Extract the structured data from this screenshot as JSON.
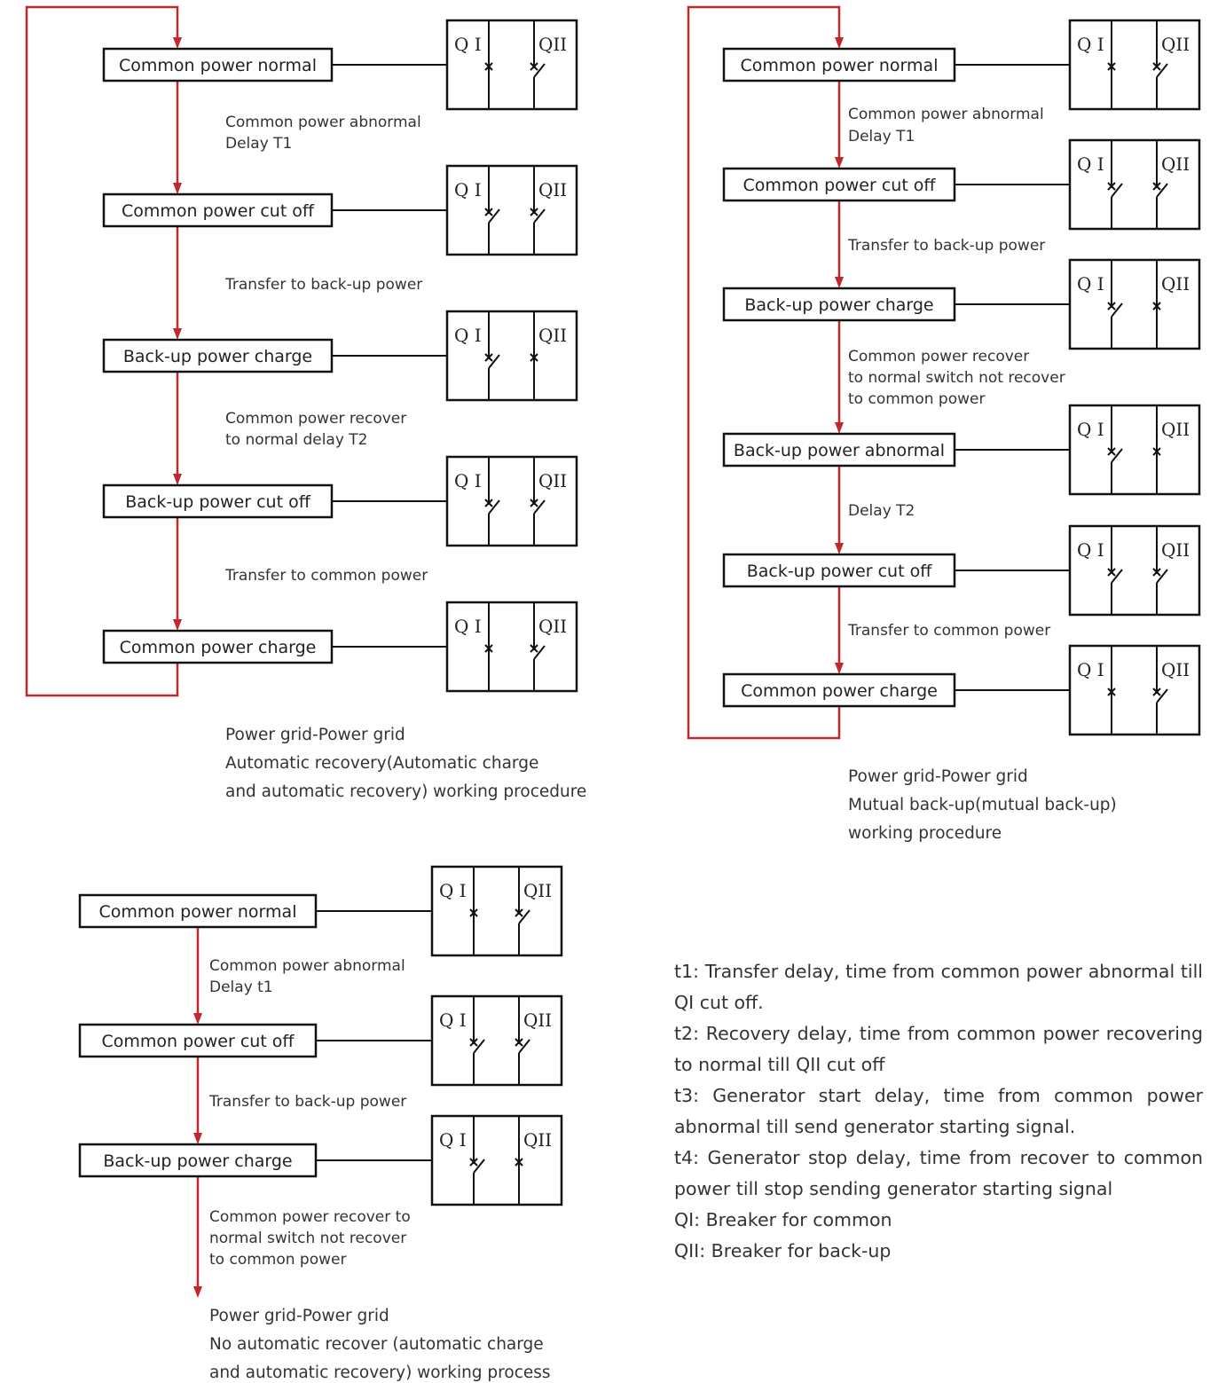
{
  "colors": {
    "arrow": "#c0282d",
    "line": "#111111",
    "text": "#333333"
  },
  "diagrams": [
    {
      "id": "automatic-recovery",
      "states": [
        {
          "label": "Common power normal",
          "q1": "closed",
          "q2": "open"
        },
        {
          "label": "Common power cut off",
          "q1": "open",
          "q2": "open"
        },
        {
          "label": "Back-up power charge",
          "q1": "open",
          "q2": "closed"
        },
        {
          "label": "Back-up power cut off",
          "q1": "open",
          "q2": "open"
        },
        {
          "label": "Common power charge",
          "q1": "closed",
          "q2": "open"
        }
      ],
      "transitions": [
        [
          "Common power abnormal",
          "Delay T1"
        ],
        [
          "Transfer to back-up power"
        ],
        [
          "Common power recover",
          "to normal delay T2"
        ],
        [
          "Transfer to common power"
        ]
      ],
      "caption": [
        "Power grid-Power grid",
        "Automatic recovery(Automatic charge",
        "and automatic recovery) working procedure"
      ]
    },
    {
      "id": "mutual-backup",
      "states": [
        {
          "label": "Common power normal",
          "q1": "closed",
          "q2": "open"
        },
        {
          "label": "Common power cut off",
          "q1": "open",
          "q2": "open"
        },
        {
          "label": "Back-up power charge",
          "q1": "open",
          "q2": "closed"
        },
        {
          "label": "Back-up power abnormal",
          "q1": "open",
          "q2": "closed"
        },
        {
          "label": "Back-up power cut off",
          "q1": "open",
          "q2": "open"
        },
        {
          "label": "Common power charge",
          "q1": "closed",
          "q2": "open"
        }
      ],
      "transitions": [
        [
          "Common power abnormal",
          "Delay T1"
        ],
        [
          "Transfer to back-up power"
        ],
        [
          "Common power recover",
          "to normal  switch not recover",
          "to common power"
        ],
        [
          "Delay T2"
        ],
        [
          "Transfer to common power"
        ]
      ],
      "caption": [
        "Power grid-Power grid",
        "Mutual back-up(mutual back-up)",
        "working procedure"
      ]
    },
    {
      "id": "no-automatic-recover",
      "states": [
        {
          "label": "Common power normal",
          "q1": "closed",
          "q2": "open"
        },
        {
          "label": "Common power cut off",
          "q1": "open",
          "q2": "open"
        },
        {
          "label": "Back-up power charge",
          "q1": "open",
          "q2": "closed"
        }
      ],
      "transitions": [
        [
          "Common power abnormal",
          "Delay t1"
        ],
        [
          "Transfer to back-up power"
        ],
        [
          "Common power recover to",
          "normal switch not recover",
          "to common power"
        ]
      ],
      "caption": [
        "Power grid-Power grid",
        "No automatic recover (automatic charge",
        "and automatic recovery) working process"
      ]
    }
  ],
  "breaker_labels": {
    "q1": "Q I",
    "q2": "QII"
  },
  "notes": [
    "t1: Transfer delay, time from common power abnormal till QI cut off.",
    "t2: Recovery delay, time from common power recovering to normal till QII cut off",
    "t3: Generator start delay, time from common power abnormal till send generator starting signal.",
    "t4: Generator stop delay, time from recover to common power till stop sending generator starting signal",
    "QI: Breaker for common",
    "QII: Breaker for back-up"
  ]
}
